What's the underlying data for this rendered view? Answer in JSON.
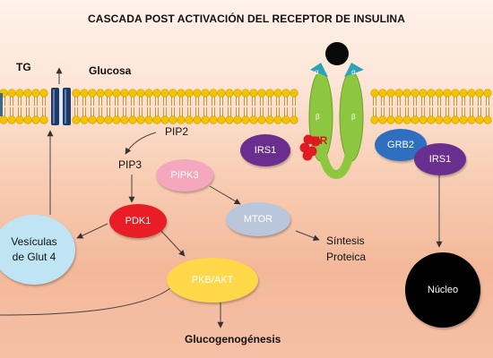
{
  "title": "CASCADA POST ACTIVACIÓN DEL RECEPTOR DE INSULINA",
  "labels": {
    "tg": "TG",
    "glucosa": "Glucosa",
    "pip2": "PIP2",
    "pip3": "PIP3",
    "sintesis_line1": "Síntesis",
    "sintesis_line2": "Proteica",
    "glucogenogenesis": "Glucogenogénesis",
    "tir": "TIR",
    "alpha": "α",
    "beta": "β"
  },
  "nodes": {
    "irs1_left": "IRS1",
    "pipk3": "PIPK3",
    "pdk1": "PDK1",
    "mtor": "MTOR",
    "pkb_akt": "PKB/AKT",
    "vesiculas_line1": "Vesículas",
    "vesiculas_line2": "de Glut 4",
    "grb2": "GRB2",
    "irs1_right": "IRS1",
    "nucleo": "Núcleo"
  },
  "colors": {
    "irs1": "#6a2e8e",
    "pipk3": "#f4a7bd",
    "pdk1": "#e81d25",
    "mtor": "#b9c6dc",
    "pkb_akt": "#ffd84a",
    "vesiculas": "#bfe5f5",
    "grb2": "#2e6fbf",
    "receptor": "#8dc63f",
    "membrane_head": "#f3c200"
  }
}
